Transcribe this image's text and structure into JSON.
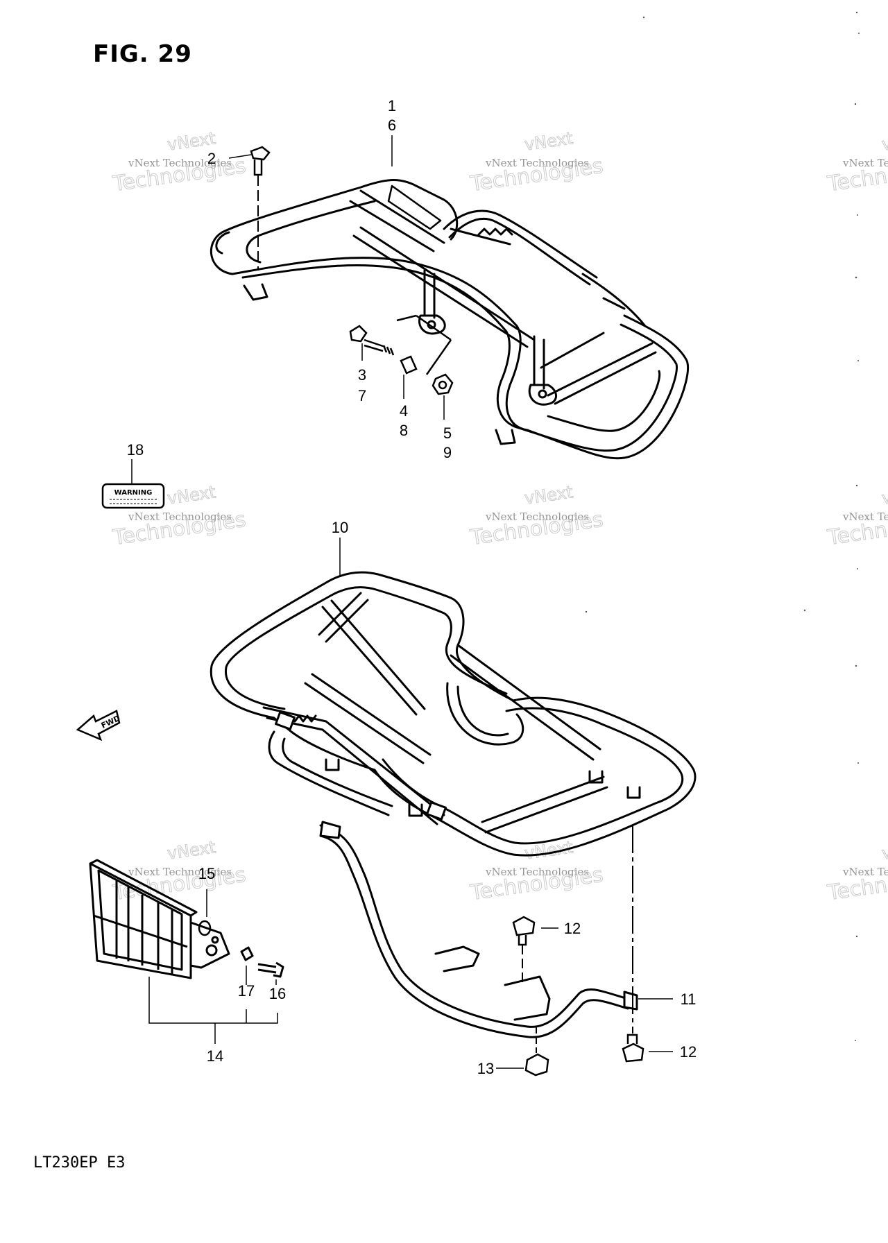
{
  "figure": {
    "title": "FIG. 29",
    "model_code": "LT230EP  E3"
  },
  "callouts": {
    "c1": "1",
    "c2": "2",
    "c3": "3",
    "c4": "4",
    "c5": "5",
    "c6": "6",
    "c7": "7",
    "c8": "8",
    "c9": "9",
    "c10": "10",
    "c11": "11",
    "c12a": "12",
    "c12b": "12",
    "c13": "13",
    "c14": "14",
    "c15": "15",
    "c16": "16",
    "c17": "17",
    "c18": "18"
  },
  "labels": {
    "warning": "WARNING",
    "fwd": "FWD"
  },
  "watermark": {
    "line1": "vNext Technologies",
    "line2": "vNext",
    "line3": "Technologies"
  }
}
